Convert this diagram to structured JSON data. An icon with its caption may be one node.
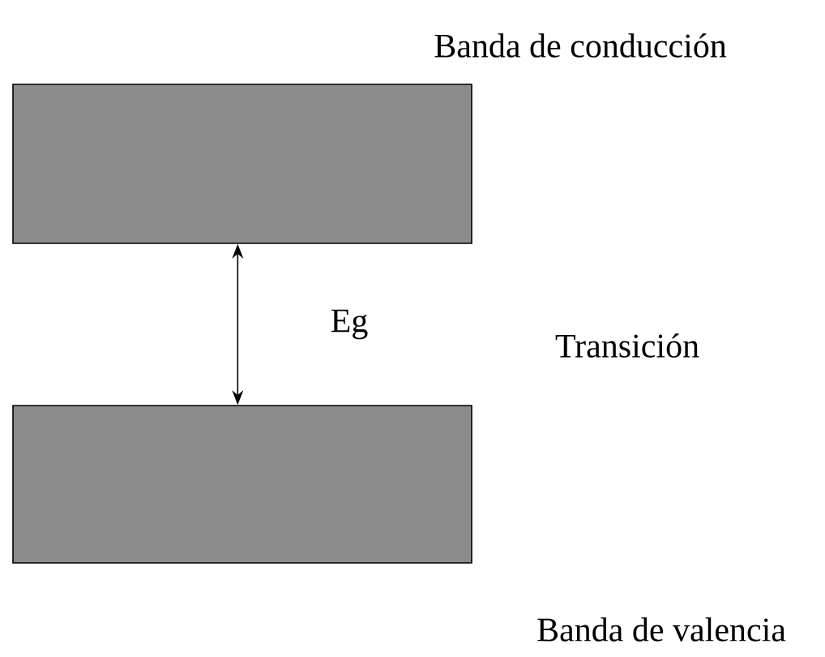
{
  "diagram": {
    "nodes": [
      {
        "text": [
          "Banda de conducción"
        ]
      },
      {
        "text": [
          "Banda de valencia"
        ]
      }
    ],
    "edges": [
      {
        "from": 0,
        "to": 1,
        "arrow": "both",
        "label": "Eg"
      }
    ],
    "labels": [
      "Transición"
    ]
  }
}
